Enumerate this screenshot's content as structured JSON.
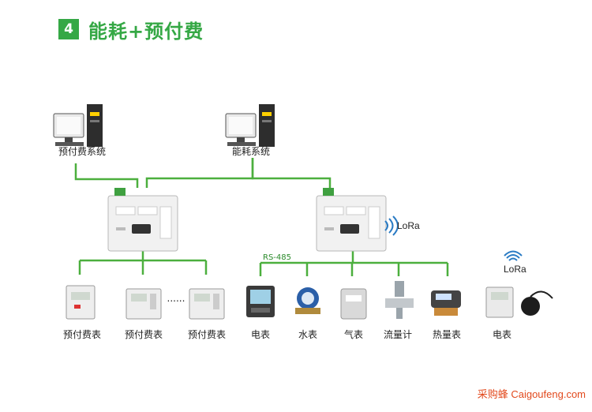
{
  "heading": {
    "number": "4",
    "title": "能耗+预付费"
  },
  "systems": {
    "prepaid": "预付费系统",
    "energy": "能耗系统"
  },
  "bus_label": "RS-485",
  "lora": {
    "gateway": "LoRa",
    "meter": "LoRa"
  },
  "devices": {
    "prepaid_1": "预付费表",
    "prepaid_2": "预付费表",
    "prepaid_3": "预付费表",
    "ellipsis": "......",
    "electric": "电表",
    "water": "水表",
    "gas": "气表",
    "flow": "流量计",
    "heat": "热量表",
    "lora_electric": "电表"
  },
  "watermark": "采购蜂 Caigoufeng.com",
  "colors": {
    "accent": "#35a845",
    "line": "#4caf3e",
    "watermark": "#e24a1e"
  }
}
